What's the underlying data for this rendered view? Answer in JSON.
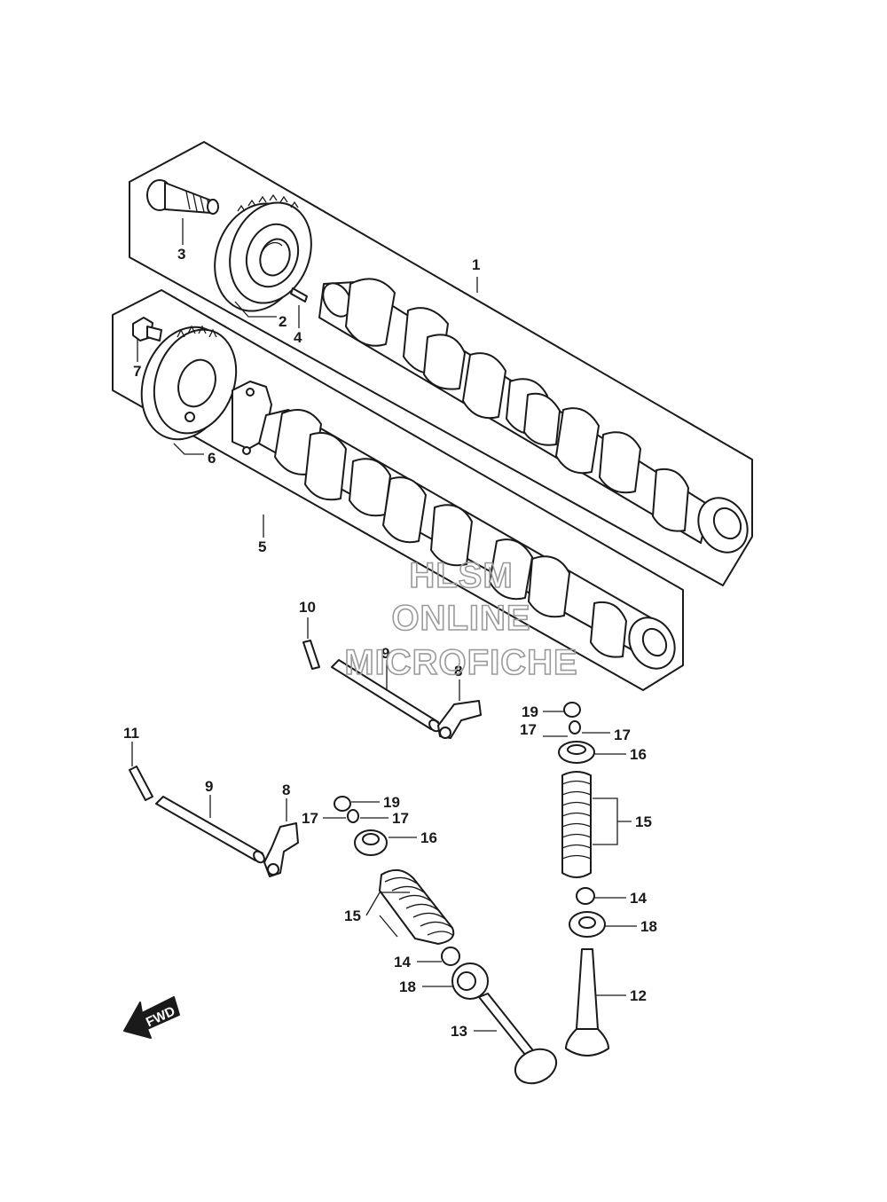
{
  "callouts": {
    "c1": "1",
    "c2": "2",
    "c3": "3",
    "c4": "4",
    "c5": "5",
    "c6": "6",
    "c7": "7",
    "c8a": "8",
    "c8b": "8",
    "c9a": "9",
    "c9b": "9",
    "c10": "10",
    "c11": "11",
    "c12": "12",
    "c13": "13",
    "c14a": "14",
    "c14b": "14",
    "c15a": "15",
    "c15b": "15",
    "c16a": "16",
    "c16b": "16",
    "c17a": "17",
    "c17b": "17",
    "c17c": "17",
    "c17d": "17",
    "c18a": "18",
    "c18b": "18",
    "c19a": "19",
    "c19b": "19"
  },
  "watermark": {
    "line1": "HLSM",
    "line2": "ONLINE",
    "line3": "MICROFICHE"
  },
  "fwd_arrow": {
    "label": "FWD"
  }
}
